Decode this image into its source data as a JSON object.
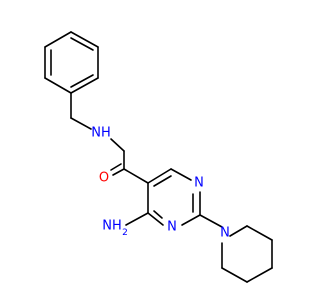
{
  "colors": {
    "carbon_bond": "#000000",
    "nitrogen": "#0000ff",
    "oxygen": "#ff0000",
    "background": "#ffffff"
  },
  "atoms": {
    "amide_nh": "NH",
    "amide_o": "O",
    "amino_nh2": "NH",
    "amino_sub": "2",
    "ring_n_upper": "N",
    "ring_n_lower": "N",
    "piperidine_n": "N"
  }
}
